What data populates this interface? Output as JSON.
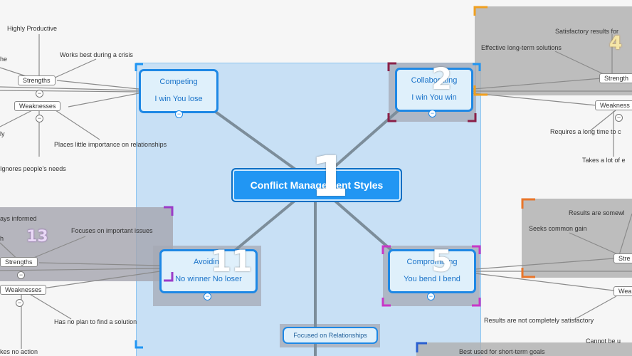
{
  "central": {
    "label": "Conflict Management Styles"
  },
  "competing": {
    "line1": "Competing",
    "line2": "I win You lose"
  },
  "collaborating": {
    "line1": "Collaborating",
    "line2": "I win You win"
  },
  "avoiding": {
    "line1": "Avoiding",
    "line2": "No winner No loser"
  },
  "compromising": {
    "line1": "Compromising",
    "line2": "You bend I bend"
  },
  "relationships": {
    "label": "Focused on Relationships"
  },
  "left_top": {
    "highly_productive": "Highly Productive",
    "the": "he",
    "works_best": "Works best during a crisis",
    "strengths": "Strengths",
    "weaknesses": "Weaknesses",
    "ly": "ly",
    "little_importance": "Places little importance on relationships",
    "ignores": "Ignores people's needs"
  },
  "left_bottom": {
    "always_informed": "ays informed",
    "h": "h",
    "important_issues": "Focuses on important issues",
    "strengths": "Strengths",
    "weaknesses": "Weaknesses",
    "no_plan": "Has no plan to find a solution",
    "no_action": "kes no action"
  },
  "right_top": {
    "satisfactory": "Satisfactory results for",
    "effective": "Effective long-term solutions",
    "strengths": "Strength",
    "weaknesses": "Weakness",
    "long_time": "Requires a long time to c",
    "takes_lot": "Takes a lot of e"
  },
  "right_bottom": {
    "results_somewhat": "Results are somewl",
    "common_gain": "Seeks common gain",
    "strengths": "Stre",
    "weaknesses": "Wea",
    "not_satisfactory": "Results are not completely satisfactory",
    "cannot_be": "Cannot be u"
  },
  "bottom": {
    "short_term": "Best used for short-term goals"
  },
  "markers": {
    "central": "1",
    "collaborating": "2",
    "right_top": "4",
    "compromising": "5",
    "avoiding": "11",
    "left_bottom": "13"
  },
  "colors": {
    "selection_blue": "#c9e3f7",
    "gray_region": "#b9b9b9",
    "orange_corner": "#f0a020",
    "purple_corner": "#9b3bc8",
    "magenta_corner": "#c837c8",
    "maroon_corner": "#8a2048",
    "node_blue": "#2196f3"
  }
}
